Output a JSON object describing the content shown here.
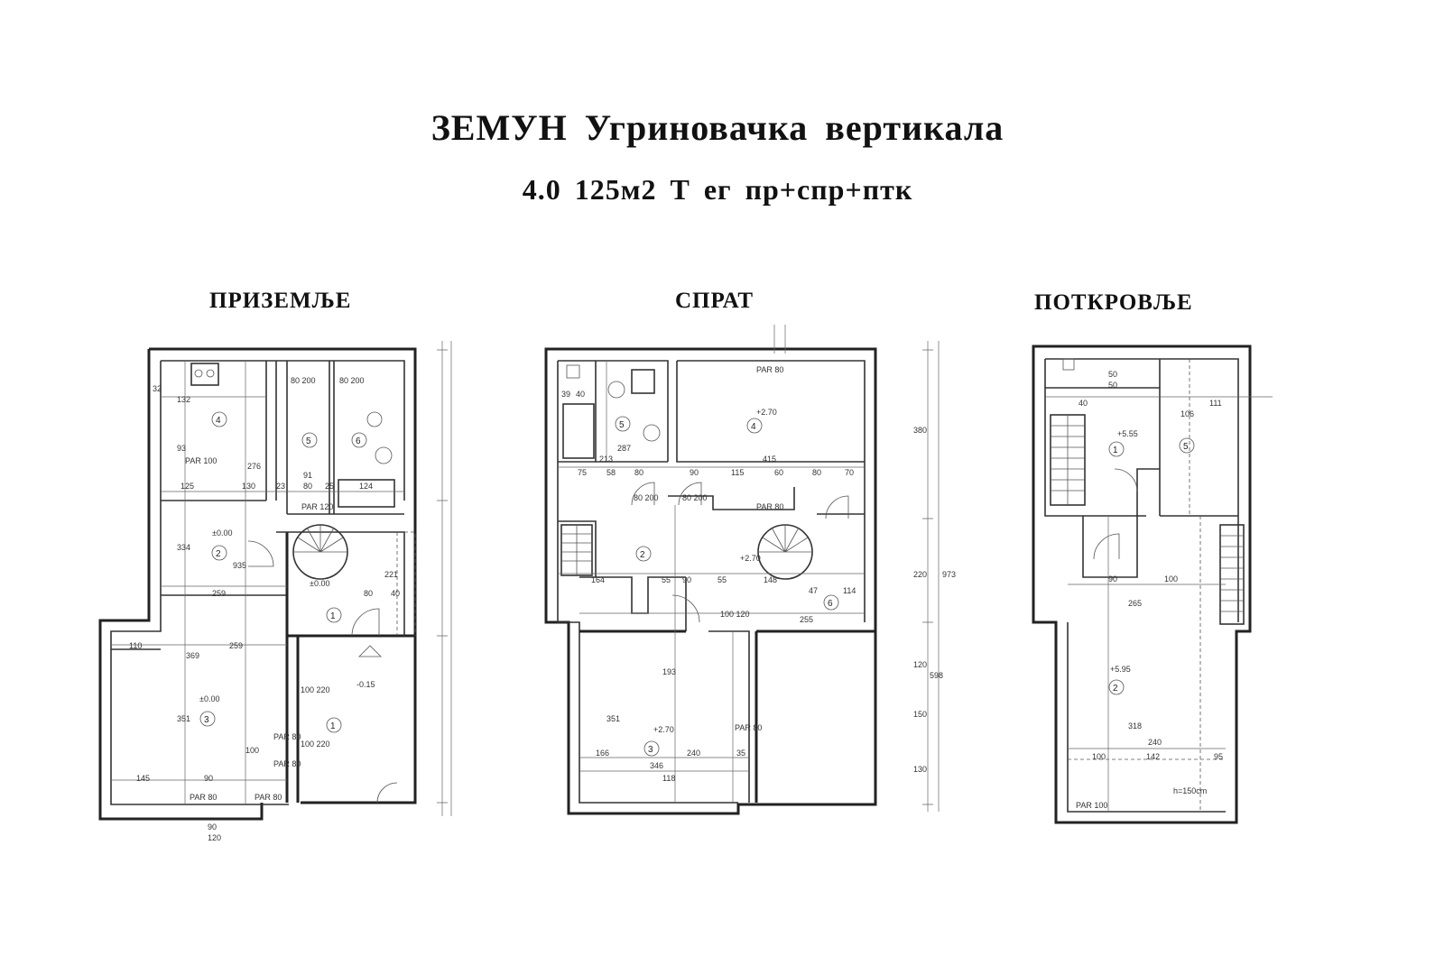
{
  "header": {
    "title": "ЗЕМУН Угриновачка вертикала",
    "subtitle": "4.0 125м2 Т ег пр+спр+птк"
  },
  "plans": [
    {
      "label": "ПРИЗЕМЉЕ"
    },
    {
      "label": "СПРАТ"
    },
    {
      "label": "ПОТКРОВЉЕ"
    }
  ],
  "ground": {
    "rooms": [
      "4",
      "5",
      "6",
      "2",
      "1",
      "3",
      "1"
    ],
    "levels": [
      "±0.00",
      "±0.00",
      "±0.00",
      "-0.15"
    ],
    "dims": [
      "32",
      "132",
      "93",
      "276",
      "125",
      "130",
      "23",
      "80",
      "25",
      "91",
      "124",
      "259",
      "334",
      "935",
      "221",
      "80",
      "40",
      "110",
      "369",
      "259",
      "351",
      "145",
      "90",
      "100",
      "90",
      "120"
    ],
    "par": [
      "PAR 100",
      "PAR 120",
      "PAR 80",
      "PAR 80",
      "PAR 80",
      "PAR 80"
    ],
    "doors": [
      "80 200",
      "80 200",
      "100 220",
      "100 220"
    ]
  },
  "floor": {
    "rooms": [
      "5",
      "4",
      "2",
      "6",
      "3"
    ],
    "levels": [
      "+2.70",
      "+2.70",
      "+2.70"
    ],
    "dims": [
      "39",
      "40",
      "287",
      "213",
      "75",
      "58",
      "80",
      "90",
      "115",
      "60",
      "80",
      "70",
      "415",
      "164",
      "55",
      "90",
      "55",
      "148",
      "47",
      "114",
      "255",
      "166",
      "240",
      "346",
      "351",
      "193",
      "118",
      "35",
      "380",
      "220",
      "973",
      "598",
      "120",
      "150",
      "130"
    ],
    "par": [
      "PAR 80",
      "PAR 80",
      "PAR 80"
    ],
    "doors": [
      "80 200",
      "80 200",
      "100 120"
    ]
  },
  "attic": {
    "rooms": [
      "1",
      "5",
      "2"
    ],
    "levels": [
      "+5.55",
      "+5.95"
    ],
    "dims": [
      "50",
      "50",
      "40",
      "111",
      "106",
      "100",
      "142",
      "95",
      "240",
      "318",
      "265",
      "90",
      "100"
    ],
    "par": [
      "PAR 100"
    ],
    "notes": [
      "h=150cm"
    ]
  }
}
